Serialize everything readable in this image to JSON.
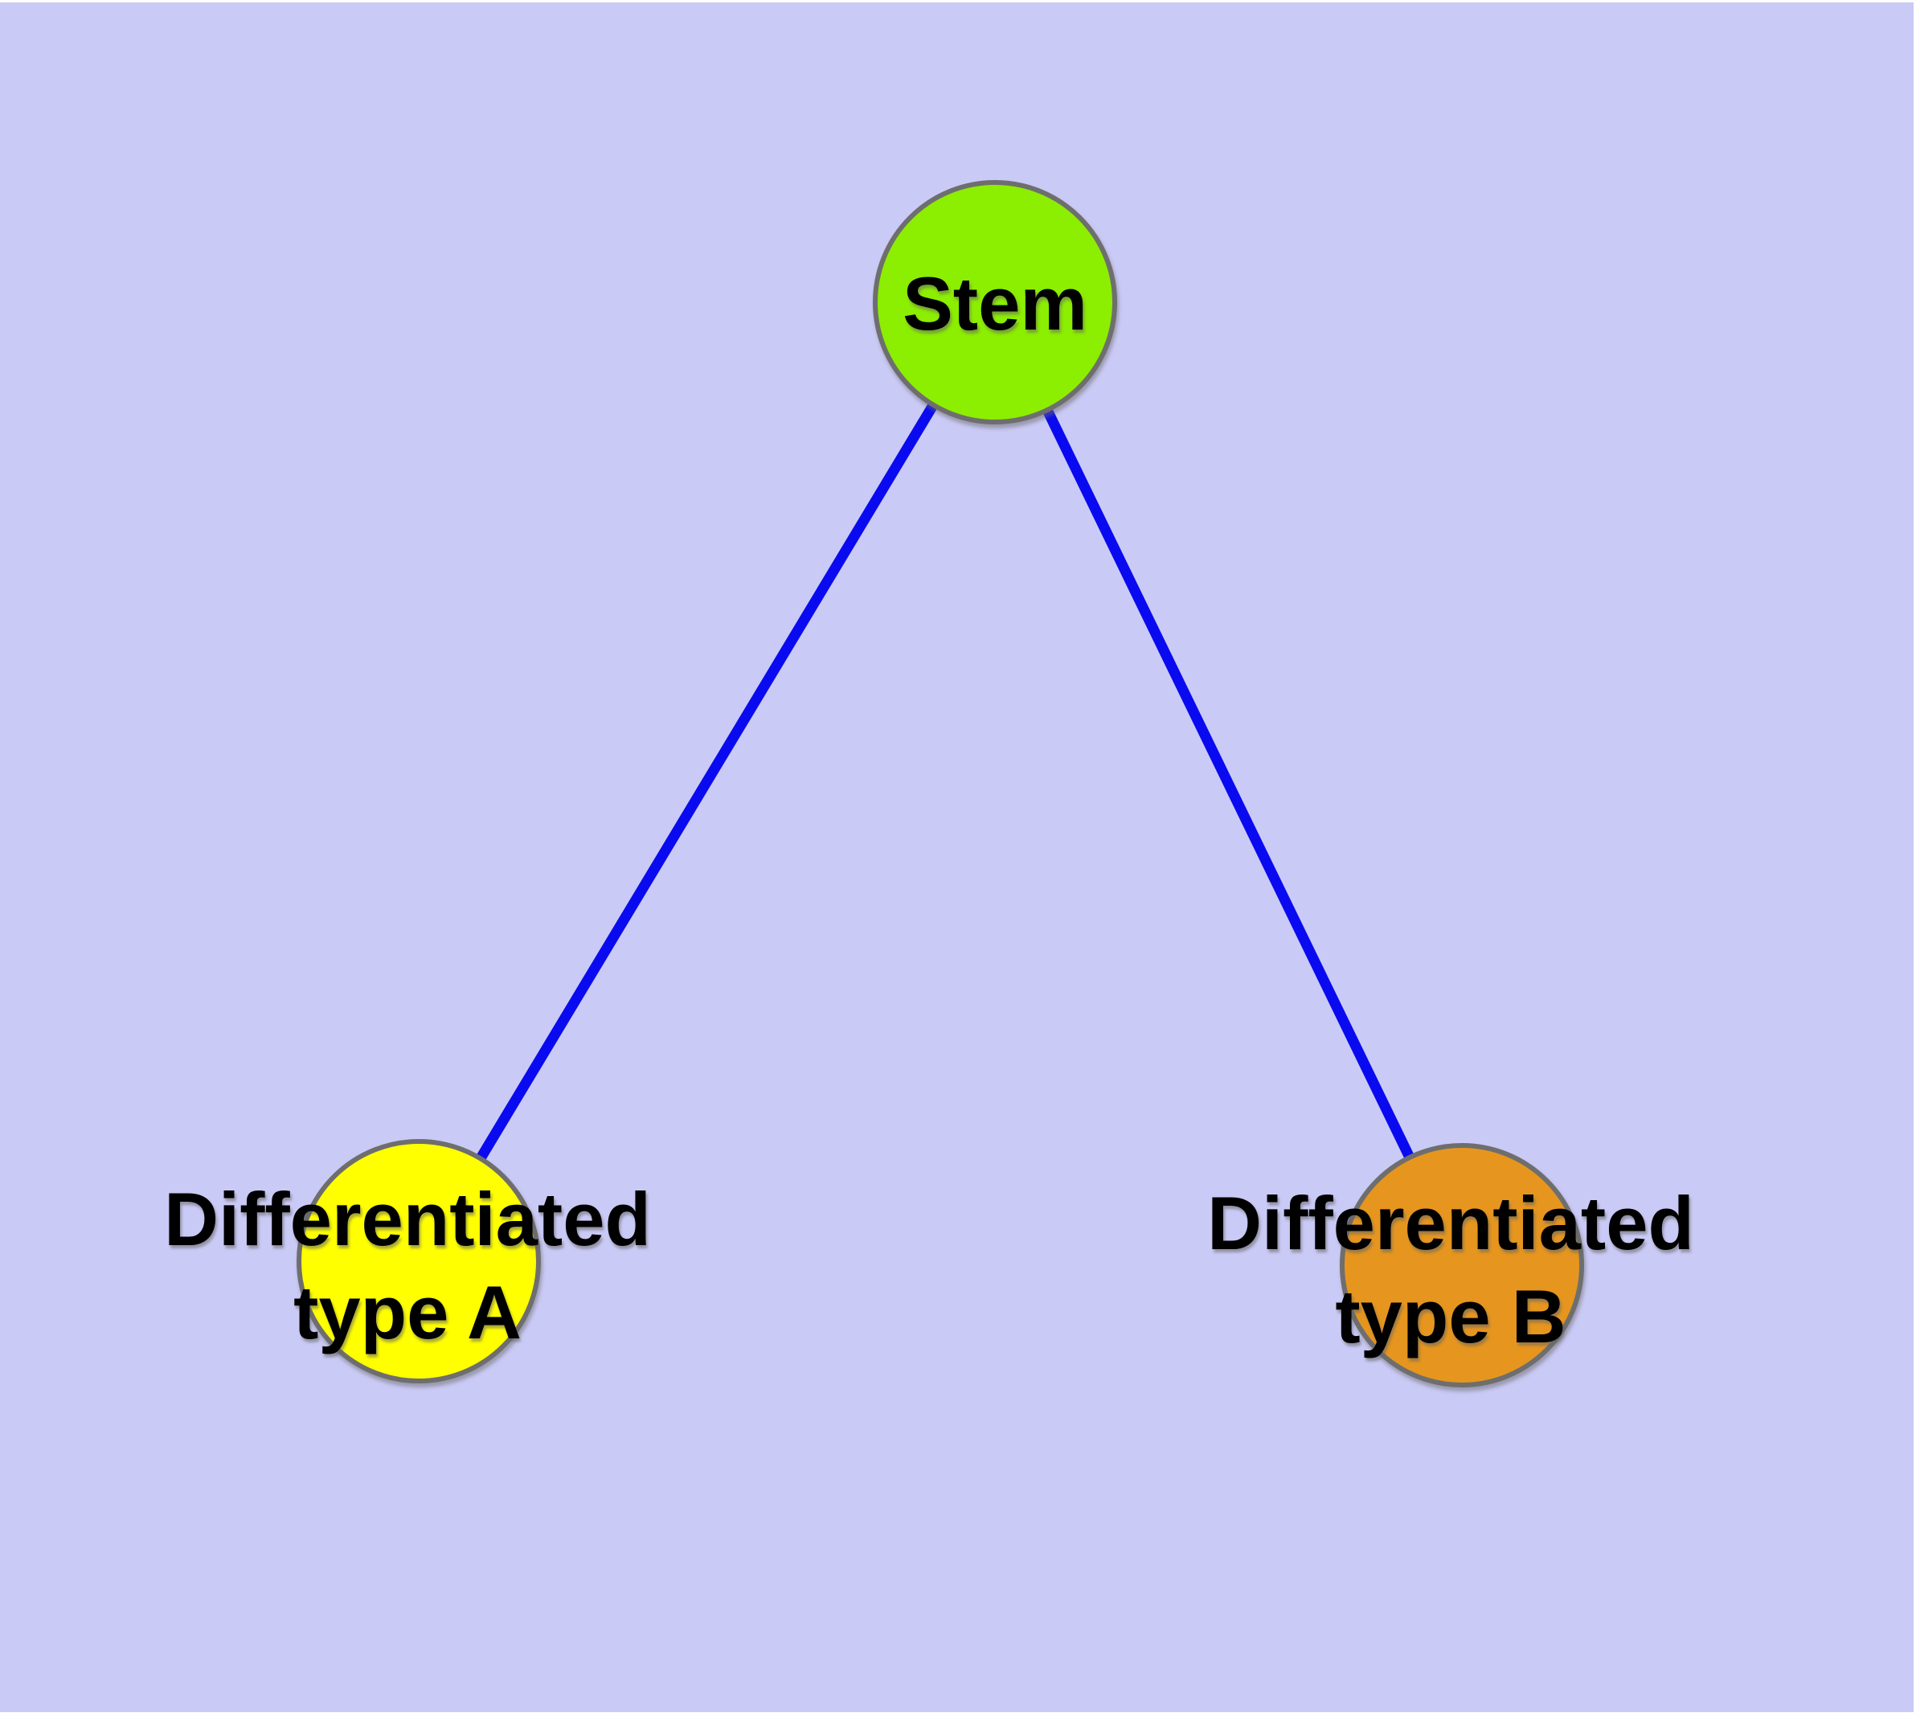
{
  "diagram": {
    "panel_background": "#CACAF6",
    "node_border_color": "#6E6E6E",
    "edge_color": "#0A0AF0",
    "label_color": "#000000",
    "nodes": [
      {
        "id": "stem",
        "label_lines": [
          "Stem"
        ],
        "fill": "#8CEE00"
      },
      {
        "id": "diff-a",
        "label_lines": [
          "Differentiated",
          "type A"
        ],
        "fill": "#FFFF00"
      },
      {
        "id": "diff-b",
        "label_lines": [
          "Differentiated",
          "type B"
        ],
        "fill": "#E6961E"
      }
    ],
    "edges": [
      {
        "from": "stem",
        "to": "diff-a"
      },
      {
        "from": "stem",
        "to": "diff-b"
      }
    ]
  }
}
